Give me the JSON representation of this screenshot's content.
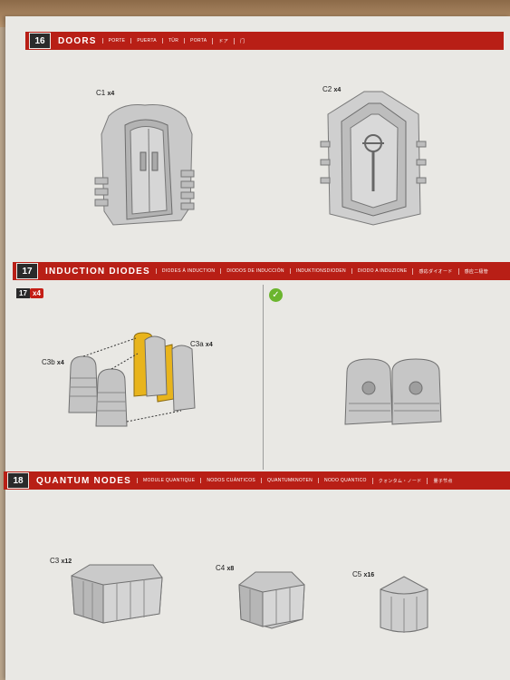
{
  "sections": [
    {
      "number": "16",
      "title": "DOORS",
      "translations": [
        "PORTE",
        "PUERTA",
        "TÜR",
        "PORTA",
        "ドア",
        "门"
      ]
    },
    {
      "number": "17",
      "title": "INDUCTION DIODES",
      "translations": [
        "DIODES À INDUCTION",
        "DIODOS DE INDUCCIÓN",
        "INDUKTIONSDIODEN",
        "DIODO A INDUZIONE",
        "感応ダイオード",
        "感应二极管"
      ]
    },
    {
      "number": "18",
      "title": "QUANTUM NODES",
      "translations": [
        "MODULE QUANTIQUE",
        "NODOS CUÁNTICOS",
        "QUANTUMKNOTEN",
        "NODO QUANTICO",
        "クォンタム・ノード",
        "量子节点"
      ]
    }
  ],
  "doors": [
    {
      "code": "C1",
      "qty": "x4"
    },
    {
      "code": "C2",
      "qty": "x4"
    }
  ],
  "diodes": {
    "step": "17",
    "step_qty": "x4",
    "parts": [
      {
        "code": "C3b",
        "qty": "x4"
      },
      {
        "code": "C3a",
        "qty": "x4"
      }
    ]
  },
  "nodes": [
    {
      "code": "C3",
      "qty": "x12"
    },
    {
      "code": "C4",
      "qty": "x8"
    },
    {
      "code": "C5",
      "qty": "x16"
    }
  ],
  "colors": {
    "header": "#b81f16",
    "highlight": "#e8b41c",
    "check": "#6bb52e"
  }
}
